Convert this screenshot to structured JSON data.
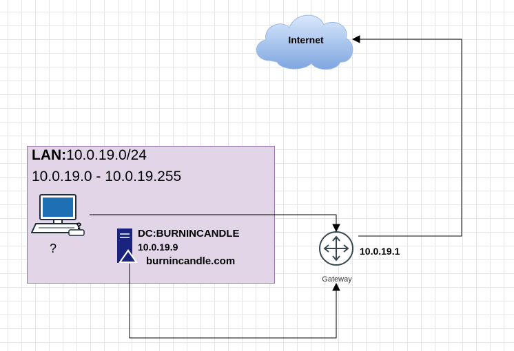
{
  "lan": {
    "title_bold": "LAN:",
    "title_rest": "10.0.19.0/24",
    "range": "10.0.19.0 - 10.0.19.255"
  },
  "internet": {
    "label": "Internet"
  },
  "workstation": {
    "label": "?"
  },
  "dc": {
    "name": "DC:BURNINCANDLE",
    "ip": "10.0.19.9",
    "domain": "burnincandle.com"
  },
  "gateway": {
    "ip": "10.0.19.1",
    "label": "Gateway"
  },
  "colors": {
    "lan_fill": "#e1d5e7",
    "lan_border": "#9673a6",
    "cloud_light": "#dae8fc",
    "cloud_dark": "#7ea6e0",
    "server": "#1a237e",
    "router": "#37474f"
  },
  "icons": [
    "cloud-icon",
    "computer-icon",
    "server-icon",
    "router-icon"
  ]
}
